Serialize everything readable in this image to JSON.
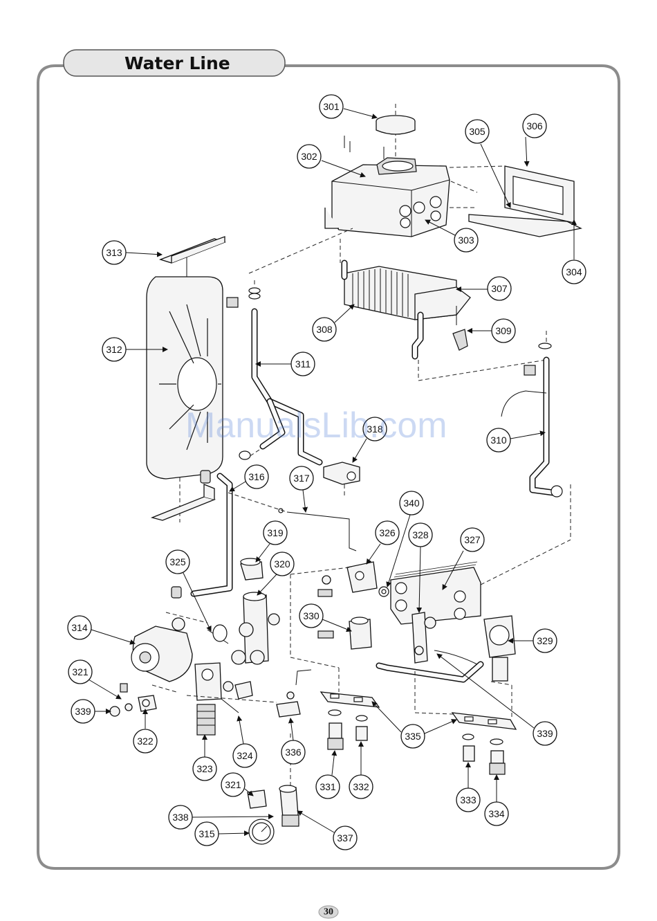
{
  "page": {
    "title": "Water Line",
    "page_number": "30",
    "watermark": "ManualsLib.com"
  },
  "callouts": [
    {
      "id": "c301",
      "label": "301"
    },
    {
      "id": "c302",
      "label": "302"
    },
    {
      "id": "c303",
      "label": "303"
    },
    {
      "id": "c304",
      "label": "304"
    },
    {
      "id": "c305",
      "label": "305"
    },
    {
      "id": "c306",
      "label": "306"
    },
    {
      "id": "c307",
      "label": "307"
    },
    {
      "id": "c308",
      "label": "308"
    },
    {
      "id": "c309",
      "label": "309"
    },
    {
      "id": "c310",
      "label": "310"
    },
    {
      "id": "c311",
      "label": "311"
    },
    {
      "id": "c312",
      "label": "312"
    },
    {
      "id": "c313",
      "label": "313"
    },
    {
      "id": "c314",
      "label": "314"
    },
    {
      "id": "c315",
      "label": "315"
    },
    {
      "id": "c316",
      "label": "316"
    },
    {
      "id": "c317",
      "label": "317"
    },
    {
      "id": "c318",
      "label": "318"
    },
    {
      "id": "c319",
      "label": "319"
    },
    {
      "id": "c320",
      "label": "320"
    },
    {
      "id": "c321a",
      "label": "321"
    },
    {
      "id": "c321b",
      "label": "321"
    },
    {
      "id": "c322",
      "label": "322"
    },
    {
      "id": "c323",
      "label": "323"
    },
    {
      "id": "c324",
      "label": "324"
    },
    {
      "id": "c325",
      "label": "325"
    },
    {
      "id": "c326",
      "label": "326"
    },
    {
      "id": "c327",
      "label": "327"
    },
    {
      "id": "c328",
      "label": "328"
    },
    {
      "id": "c329",
      "label": "329"
    },
    {
      "id": "c330",
      "label": "330"
    },
    {
      "id": "c331",
      "label": "331"
    },
    {
      "id": "c332",
      "label": "332"
    },
    {
      "id": "c333",
      "label": "333"
    },
    {
      "id": "c334",
      "label": "334"
    },
    {
      "id": "c335",
      "label": "335"
    },
    {
      "id": "c336",
      "label": "336"
    },
    {
      "id": "c337",
      "label": "337"
    },
    {
      "id": "c338",
      "label": "338"
    },
    {
      "id": "c339a",
      "label": "339"
    },
    {
      "id": "c339b",
      "label": "339"
    },
    {
      "id": "c340",
      "label": "340"
    }
  ]
}
